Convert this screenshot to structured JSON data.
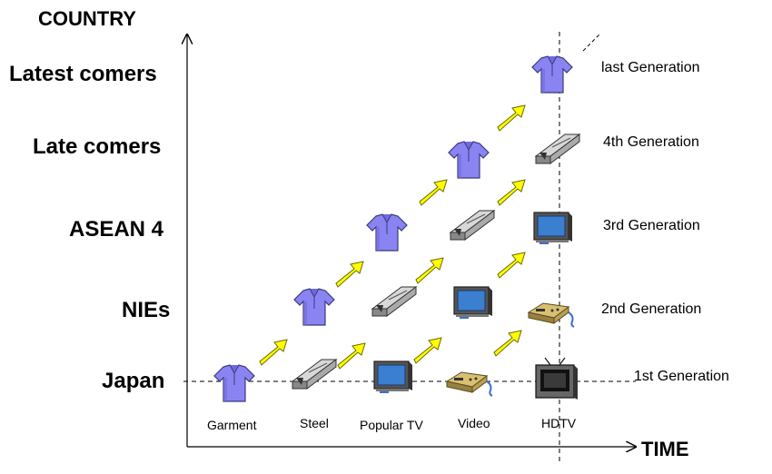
{
  "axes": {
    "y_title": "COUNTRY",
    "x_title": "TIME"
  },
  "countries": [
    "Latest comers",
    "Late comers",
    "ASEAN 4",
    "NIEs",
    "Japan"
  ],
  "generations": [
    "last Generation",
    "4th Generation",
    "3rd Generation",
    "2nd Generation",
    "1st Generation"
  ],
  "products": [
    "Garment",
    "Steel",
    "Popular TV",
    "Video",
    "HDTV"
  ],
  "icon_grid": [
    {
      "country": "Japan",
      "items": [
        "shirt-icon",
        "steel-icon",
        "tv-icon",
        "video-icon",
        "hdtv-icon"
      ]
    },
    {
      "country": "NIEs",
      "items": [
        "shirt-icon",
        "steel-icon",
        "tv-icon",
        "video-icon"
      ]
    },
    {
      "country": "ASEAN 4",
      "items": [
        "shirt-icon",
        "steel-icon",
        "tv-icon"
      ]
    },
    {
      "country": "Late comers",
      "items": [
        "shirt-icon",
        "steel-icon"
      ]
    },
    {
      "country": "Latest comers",
      "items": [
        "shirt-icon"
      ]
    }
  ],
  "colors": {
    "shirt": "#8080f0",
    "arrow": "#ffff00",
    "tv_screen": "#3a7fd0",
    "video_body": "#c8b060"
  }
}
